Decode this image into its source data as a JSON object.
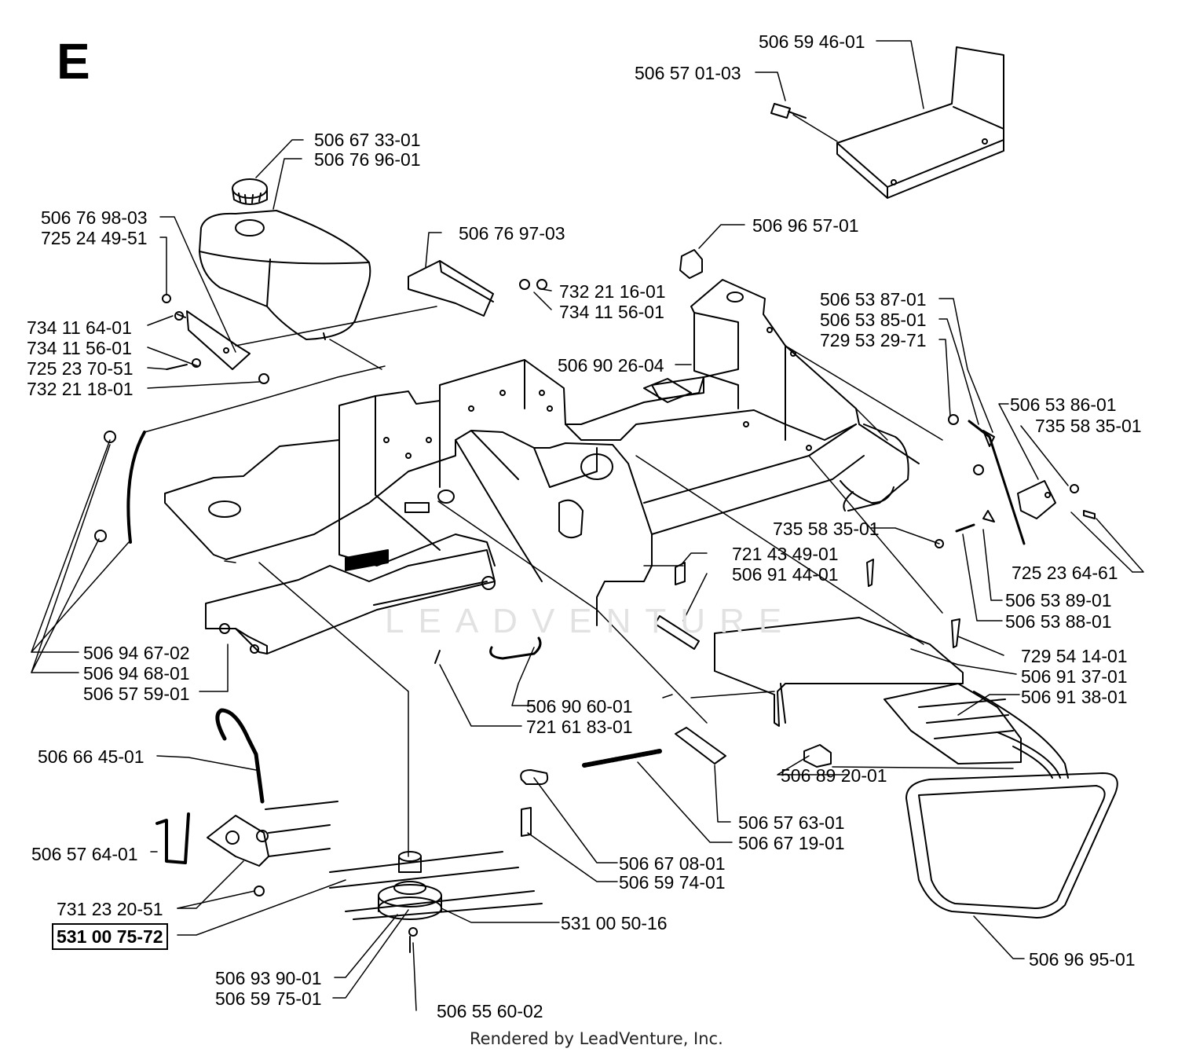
{
  "section_letter": "E",
  "watermark": "LEADVENTURE",
  "footer": "Rendered by LeadVenture, Inc.",
  "colors": {
    "ink": "#000000",
    "watermark": "#e2e2e2"
  },
  "part_numbers": [
    "506 59 46-01",
    "506 57 01-03",
    "506 67 33-01",
    "506 76 96-01",
    "506 76 98-03",
    "725 24 49-51",
    "506 76 97-03",
    "506 96 57-01",
    "732 21 16-01",
    "734 11 56-01",
    "734 11 64-01",
    "734 11 56-01",
    "725 23 70-51",
    "732 21 18-01",
    "506 53 87-01",
    "506 53 85-01",
    "729 53 29-71",
    "506 90 26-04",
    "506 53 86-01",
    "735 58 35-01",
    "735 58 35-01",
    "721 43 49-01",
    "725 23 64-61",
    "506 91 44-01",
    "506 53 89-01",
    "506 53 88-01",
    "729 54 14-01",
    "506 94 67-02",
    "506 91 37-01",
    "506 94 68-01",
    "506 57 59-01",
    "506 91 38-01",
    "506 90 60-01",
    "721 61 83-01",
    "506 66 45-01",
    "506 89 20-01",
    "506 57 63-01",
    "506 67 19-01",
    "506 57 64-01",
    "506 67 08-01",
    "506 59 74-01",
    "731 23 20-51",
    "531 00 75-72",
    "531 00 50-16",
    "506 96 95-01",
    "506 93 90-01",
    "506 59 75-01",
    "506 55 60-02"
  ]
}
